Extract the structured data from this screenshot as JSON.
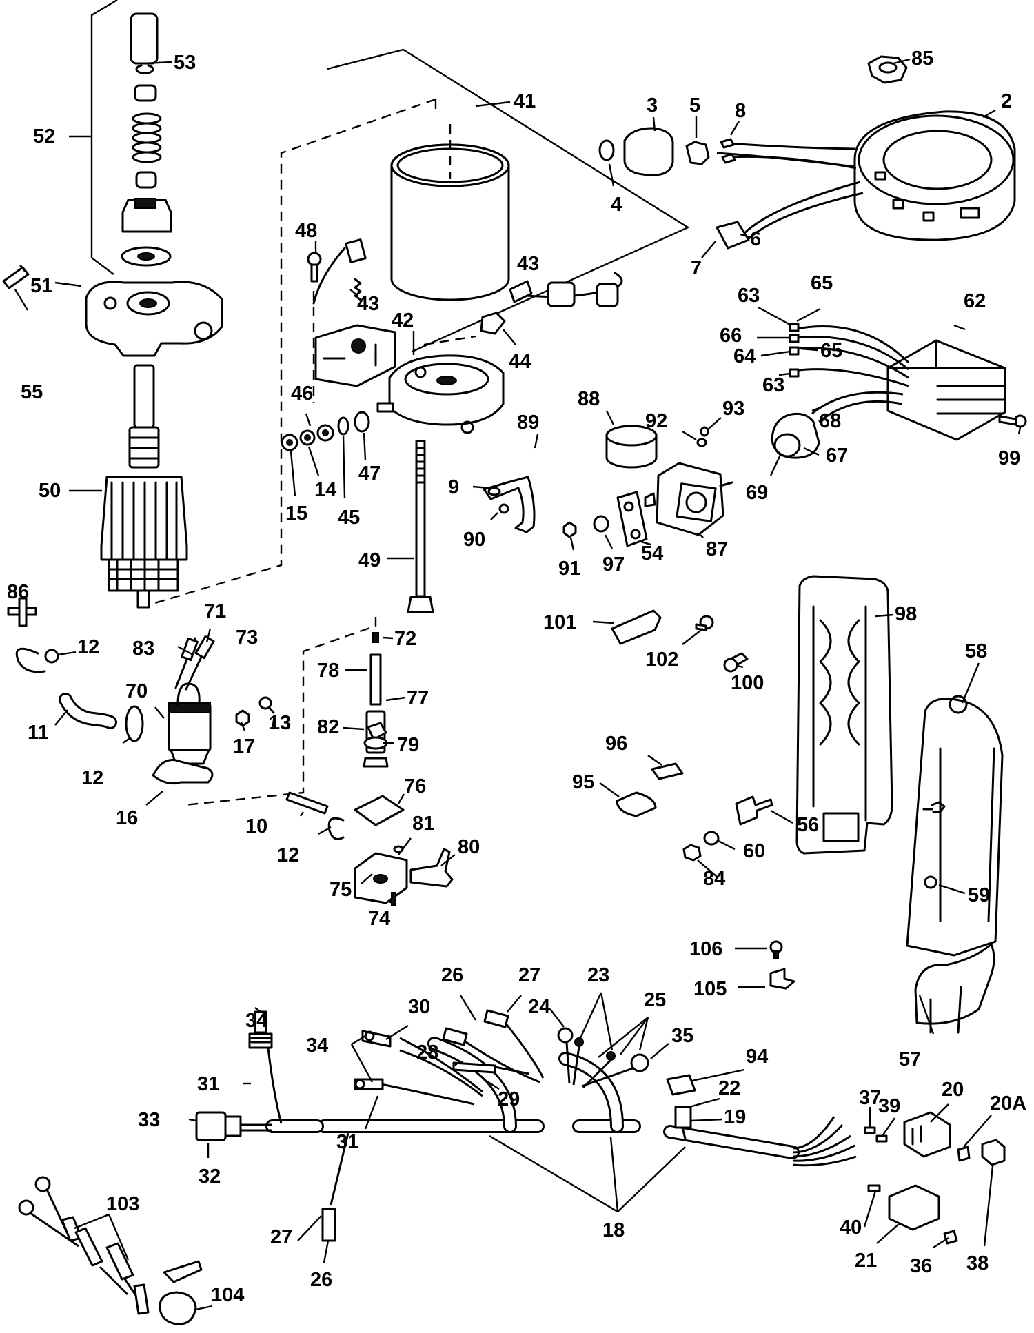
{
  "labels": [
    {
      "id": "p53",
      "text": "53"
    },
    {
      "id": "p52",
      "text": "52"
    },
    {
      "id": "p51",
      "text": "51"
    },
    {
      "id": "p55",
      "text": "55"
    },
    {
      "id": "p50",
      "text": "50"
    },
    {
      "id": "p86",
      "text": "86"
    },
    {
      "id": "p12a",
      "text": "12"
    },
    {
      "id": "p71",
      "text": "71"
    },
    {
      "id": "p73",
      "text": "73"
    },
    {
      "id": "p83",
      "text": "83"
    },
    {
      "id": "p70",
      "text": "70"
    },
    {
      "id": "p11",
      "text": "11"
    },
    {
      "id": "p12b",
      "text": "12"
    },
    {
      "id": "p16",
      "text": "16"
    },
    {
      "id": "p17",
      "text": "17"
    },
    {
      "id": "p13",
      "text": "13"
    },
    {
      "id": "p41",
      "text": "41"
    },
    {
      "id": "p48",
      "text": "48"
    },
    {
      "id": "p43a",
      "text": "43"
    },
    {
      "id": "p42",
      "text": "42"
    },
    {
      "id": "p43b",
      "text": "43"
    },
    {
      "id": "p44",
      "text": "44"
    },
    {
      "id": "p46",
      "text": "46"
    },
    {
      "id": "p14",
      "text": "14"
    },
    {
      "id": "p15",
      "text": "15"
    },
    {
      "id": "p45",
      "text": "45"
    },
    {
      "id": "p47",
      "text": "47"
    },
    {
      "id": "p49",
      "text": "49"
    },
    {
      "id": "p72",
      "text": "72"
    },
    {
      "id": "p78",
      "text": "78"
    },
    {
      "id": "p77",
      "text": "77"
    },
    {
      "id": "p82",
      "text": "82"
    },
    {
      "id": "p79",
      "text": "79"
    },
    {
      "id": "p76",
      "text": "76"
    },
    {
      "id": "p10",
      "text": "10"
    },
    {
      "id": "p12c",
      "text": "12"
    },
    {
      "id": "p81",
      "text": "81"
    },
    {
      "id": "p80",
      "text": "80"
    },
    {
      "id": "p75",
      "text": "75"
    },
    {
      "id": "p74",
      "text": "74"
    },
    {
      "id": "p9",
      "text": "9"
    },
    {
      "id": "p90",
      "text": "90"
    },
    {
      "id": "p89",
      "text": "89"
    },
    {
      "id": "p88",
      "text": "88"
    },
    {
      "id": "p92",
      "text": "92"
    },
    {
      "id": "p93",
      "text": "93"
    },
    {
      "id": "p91",
      "text": "91"
    },
    {
      "id": "p97",
      "text": "97"
    },
    {
      "id": "p54",
      "text": "54"
    },
    {
      "id": "p87",
      "text": "87"
    },
    {
      "id": "p3",
      "text": "3"
    },
    {
      "id": "p5",
      "text": "5"
    },
    {
      "id": "p8",
      "text": "8"
    },
    {
      "id": "p4",
      "text": "4"
    },
    {
      "id": "p85",
      "text": "85"
    },
    {
      "id": "p2",
      "text": "2"
    },
    {
      "id": "p6",
      "text": "6"
    },
    {
      "id": "p7",
      "text": "7"
    },
    {
      "id": "p63a",
      "text": "63"
    },
    {
      "id": "p65a",
      "text": "65"
    },
    {
      "id": "p62",
      "text": "62"
    },
    {
      "id": "p66",
      "text": "66"
    },
    {
      "id": "p64",
      "text": "64"
    },
    {
      "id": "p65b",
      "text": "65"
    },
    {
      "id": "p63b",
      "text": "63"
    },
    {
      "id": "p68",
      "text": "68"
    },
    {
      "id": "p67",
      "text": "67"
    },
    {
      "id": "p69",
      "text": "69"
    },
    {
      "id": "p99",
      "text": "99"
    },
    {
      "id": "p101",
      "text": "101"
    },
    {
      "id": "p102",
      "text": "102"
    },
    {
      "id": "p100",
      "text": "100"
    },
    {
      "id": "p98",
      "text": "98"
    },
    {
      "id": "p58",
      "text": "58"
    },
    {
      "id": "p96",
      "text": "96"
    },
    {
      "id": "p95",
      "text": "95"
    },
    {
      "id": "p56",
      "text": "56"
    },
    {
      "id": "p60",
      "text": "60"
    },
    {
      "id": "p84",
      "text": "84"
    },
    {
      "id": "p59",
      "text": "59"
    },
    {
      "id": "p106",
      "text": "106"
    },
    {
      "id": "p105",
      "text": "105"
    },
    {
      "id": "p57",
      "text": "57"
    },
    {
      "id": "p26a",
      "text": "26"
    },
    {
      "id": "p27a",
      "text": "27"
    },
    {
      "id": "p23",
      "text": "23"
    },
    {
      "id": "p24",
      "text": "24"
    },
    {
      "id": "p25",
      "text": "25"
    },
    {
      "id": "p35",
      "text": "35"
    },
    {
      "id": "p34a",
      "text": "34"
    },
    {
      "id": "p30",
      "text": "30"
    },
    {
      "id": "p34b",
      "text": "34"
    },
    {
      "id": "p28",
      "text": "28"
    },
    {
      "id": "p29",
      "text": "29"
    },
    {
      "id": "p31a",
      "text": "31"
    },
    {
      "id": "p31b",
      "text": "31"
    },
    {
      "id": "p94",
      "text": "94"
    },
    {
      "id": "p22",
      "text": "22"
    },
    {
      "id": "p19",
      "text": "19"
    },
    {
      "id": "p33",
      "text": "33"
    },
    {
      "id": "p32",
      "text": "32"
    },
    {
      "id": "p37",
      "text": "37"
    },
    {
      "id": "p20",
      "text": "20"
    },
    {
      "id": "p39",
      "text": "39"
    },
    {
      "id": "p20A",
      "text": "20A"
    },
    {
      "id": "p103",
      "text": "103"
    },
    {
      "id": "p27b",
      "text": "27"
    },
    {
      "id": "p26b",
      "text": "26"
    },
    {
      "id": "p104",
      "text": "104"
    },
    {
      "id": "p18",
      "text": "18"
    },
    {
      "id": "p40",
      "text": "40"
    },
    {
      "id": "p21",
      "text": "21"
    },
    {
      "id": "p36",
      "text": "36"
    },
    {
      "id": "p38",
      "text": "38"
    }
  ]
}
